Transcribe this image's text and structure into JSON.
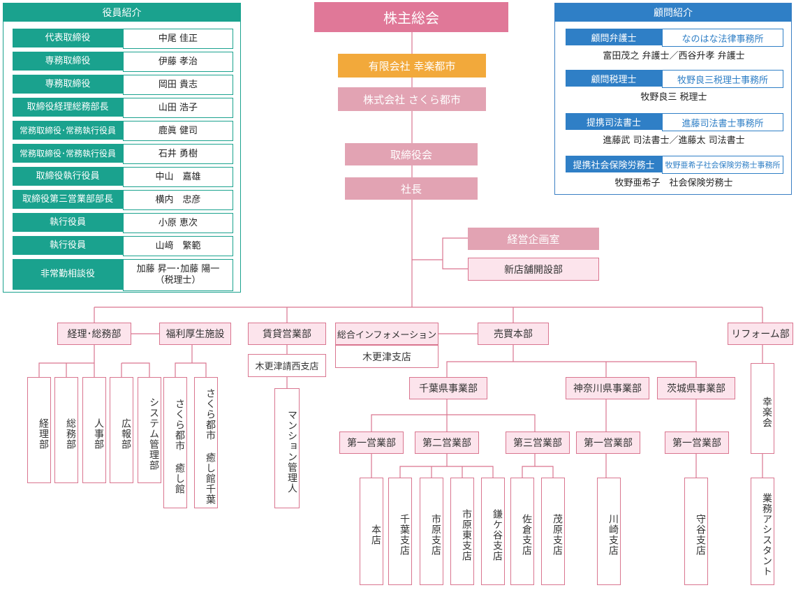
{
  "colors": {
    "teal": "#1aa28e",
    "blue": "#2f7fc6",
    "pink_dark": "#e07898",
    "pink_mid": "#e2a3b3",
    "pink_light": "#fce4ec",
    "orange": "#f2a93b",
    "line": "#d9758f"
  },
  "officers": {
    "title": "役員紹介",
    "rows": [
      {
        "role": "代表取締役",
        "name": "中尾 佳正"
      },
      {
        "role": "専務取締役",
        "name": "伊藤 孝治"
      },
      {
        "role": "専務取締役",
        "name": "岡田 貴志"
      },
      {
        "role": "取締役経理総務部長",
        "name": "山田 浩子"
      },
      {
        "role": "常務取締役･常務執行役員",
        "name": "鹿眞 健司"
      },
      {
        "role": "常務取締役･常務執行役員",
        "name": "石井 勇樹"
      },
      {
        "role": "取締役執行役員",
        "name": "中山　嘉雄"
      },
      {
        "role": "取締役第三営業部部長",
        "name": "横内　忠彦"
      },
      {
        "role": "執行役員",
        "name": "小原 恵次"
      },
      {
        "role": "執行役員",
        "name": "山﨑　繁範"
      },
      {
        "role": "非常勤相談役",
        "name": "加藤 昇一･加藤 陽一\n（税理士）"
      }
    ]
  },
  "advisors": {
    "title": "顧問紹介",
    "rows": [
      {
        "role": "顧問弁護士",
        "firm": "なのはな法律事務所",
        "persons": "富田茂之 弁護士／西谷升孝 弁護士"
      },
      {
        "role": "顧問税理士",
        "firm": "牧野良三税理士事務所",
        "persons": "牧野良三 税理士"
      },
      {
        "role": "提携司法書士",
        "firm": "進藤司法書士事務所",
        "persons": "進藤武 司法書士／進藤太 司法書士"
      },
      {
        "role": "提携社会保険労務士",
        "firm": "牧野亜希子社会保険労務士事務所",
        "persons": "牧野亜希子　社会保険労務士"
      }
    ]
  },
  "top": {
    "shareholders": "株主総会",
    "company1": "有限会社 幸楽都市",
    "company2": "株式会社 さくら都市",
    "board": "取締役会",
    "president": "社長",
    "planning": "経営企画室",
    "new_store": "新店舗開設部"
  },
  "depts": {
    "accounting": "経理･総務部",
    "welfare": "福利厚生施設",
    "rental": "賃貸営業部",
    "info": "総合インフォメーション",
    "sales_hq": "売買本部",
    "reform": "リフォーム部",
    "kisarazu_west": "木更津請西支店",
    "kisarazu": "木更津支店",
    "chiba_div": "千葉県事業部",
    "kanagawa_div": "神奈川県事業部",
    "ibaraki_div": "茨城県事業部",
    "chiba_s1": "第一営業部",
    "chiba_s2": "第二営業部",
    "chiba_s3": "第三営業部",
    "kanagawa_s1": "第一営業部",
    "ibaraki_s1": "第一営業部"
  },
  "leaves": {
    "keiri": "経理部",
    "somu": "総務部",
    "jinji": "人事部",
    "koho": "広報部",
    "system": "システム管理部",
    "sakura1": "さくら都市 癒し館",
    "sakura2": "さくら都市 癒し館千葉",
    "mansion": "マンション管理人",
    "honten": "本店",
    "chiba_br": "千葉支店",
    "ichihara_br": "市原支店",
    "ichihara_e_br": "市原東支店",
    "kamagaya_br": "鎌ケ谷支店",
    "sakura_br": "佐倉支店",
    "mobara_br": "茂原支店",
    "kawasaki_br": "川崎支店",
    "moriya_br": "守谷支店",
    "kourakukai": "幸楽会",
    "assistant": "業務アシスタント"
  }
}
